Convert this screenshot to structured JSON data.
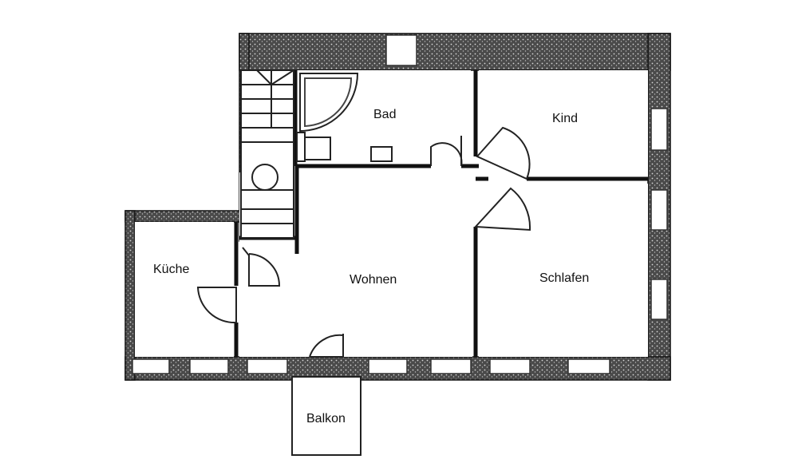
{
  "rooms": {
    "bad": "Bad",
    "kind": "Kind",
    "kueche": "Küche",
    "wohnen": "Wohnen",
    "schlafen": "Schlafen",
    "balkon": "Balkon"
  },
  "colors": {
    "wall": "#3a3a3a",
    "background": "#ffffff",
    "line": "#222222"
  }
}
